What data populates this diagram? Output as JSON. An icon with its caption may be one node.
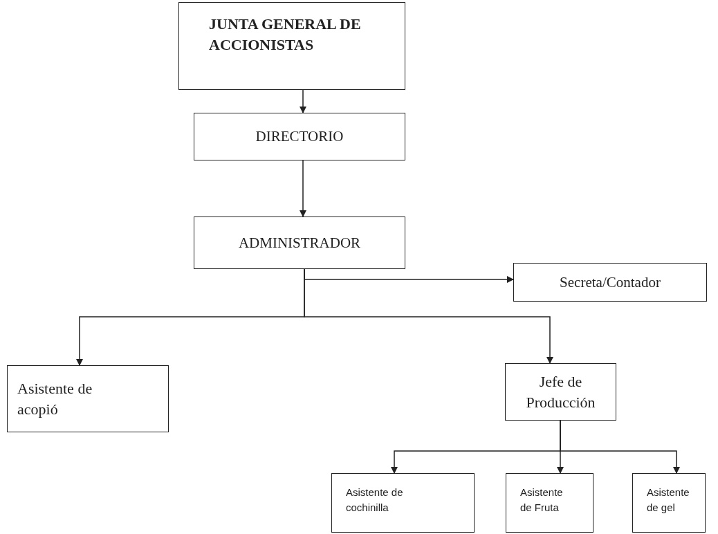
{
  "diagram": {
    "nodes": [
      {
        "text": [
          "JUNTA GENERAL DE ACCIONISTAS"
        ]
      },
      {
        "text": [
          "DIRECTORIO"
        ]
      },
      {
        "text": [
          "ADMINISTRADOR"
        ]
      },
      {
        "text": [
          "Secreta/Contador"
        ]
      },
      {
        "text": [
          "Asistente de acopió"
        ]
      },
      {
        "text": [
          "Jefe de Producción"
        ]
      },
      {
        "text": [
          "Asistente de cochinilla"
        ]
      },
      {
        "text": [
          "Asistente de Fruta"
        ]
      },
      {
        "text": [
          "Asistente de gel"
        ]
      }
    ],
    "edges": [
      {
        "from": 0,
        "to": 1,
        "arrow": "to"
      },
      {
        "from": 1,
        "to": 2,
        "arrow": "to"
      },
      {
        "from": 2,
        "to": 3,
        "arrow": "to"
      },
      {
        "from": 2,
        "to": 4,
        "arrow": "to"
      },
      {
        "from": 2,
        "to": 5,
        "arrow": "to"
      },
      {
        "from": 5,
        "to": 6,
        "arrow": "to"
      },
      {
        "from": 5,
        "to": 7,
        "arrow": "to"
      },
      {
        "from": 5,
        "to": 8,
        "arrow": "to"
      }
    ]
  }
}
